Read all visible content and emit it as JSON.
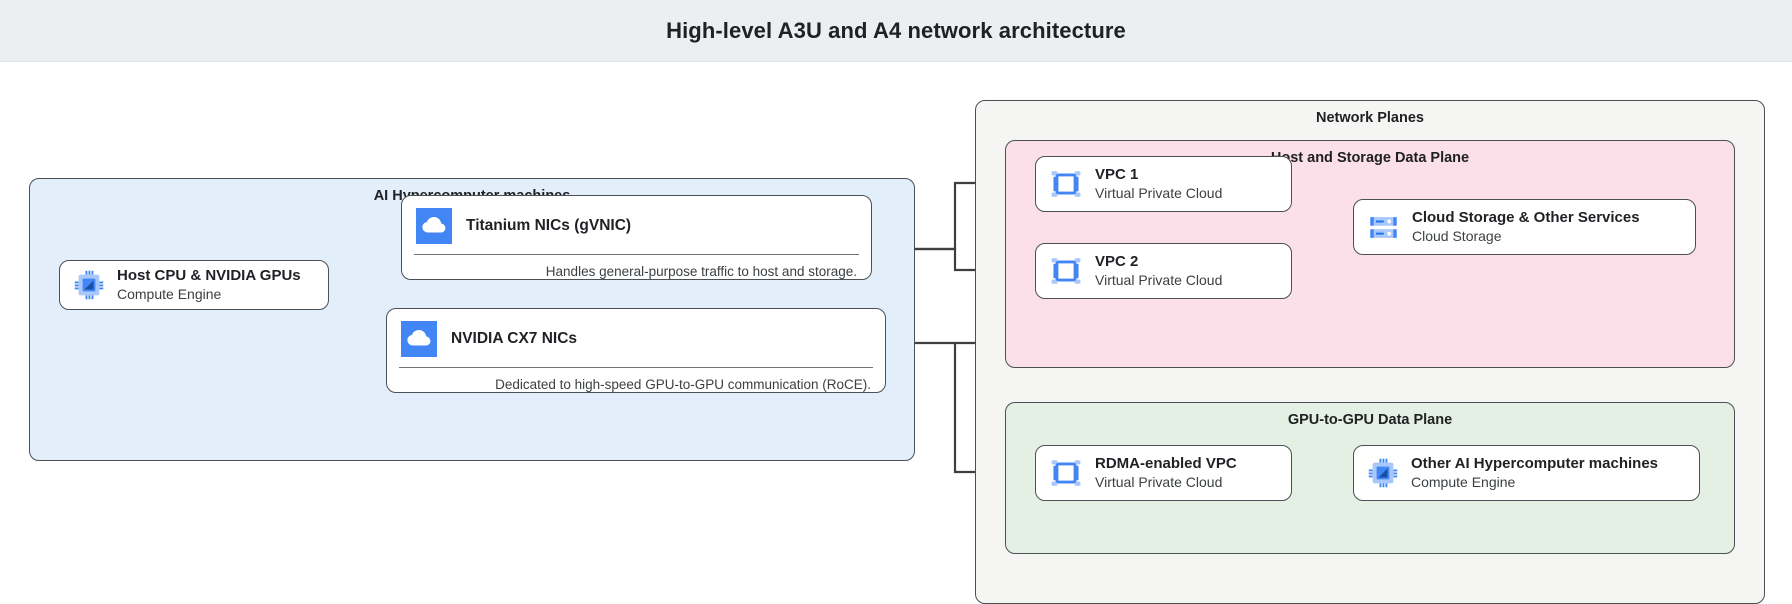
{
  "header": {
    "title": "High-level A3U and A4 network architecture"
  },
  "groups": {
    "machines": {
      "title": "AI Hypercomputer machines",
      "color": "#e2effb"
    },
    "planes": {
      "title": "Network Planes",
      "color": "#f5f5f4"
    },
    "host_plane": {
      "title": "Host and Storage Data Plane",
      "color": "#fbdfe9"
    },
    "gpu_plane": {
      "title": "GPU-to-GPU Data Plane",
      "color": "#e4f0e4"
    }
  },
  "nodes": {
    "host_cpu": {
      "title": "Host CPU & NVIDIA GPUs",
      "subtitle": "Compute Engine",
      "icon": "cpu-chip-icon"
    },
    "titanium": {
      "title": "Titanium NICs (gVNIC)",
      "note": "Handles general-purpose traffic to host and storage.",
      "icon": "cloud-icon"
    },
    "cx7": {
      "title": "NVIDIA CX7 NICs",
      "note": "Dedicated to high-speed GPU-to-GPU communication (RoCE).",
      "icon": "cloud-icon"
    },
    "vpc1": {
      "title": "VPC 1",
      "subtitle": "Virtual Private Cloud",
      "icon": "vpc-icon"
    },
    "vpc2": {
      "title": "VPC 2",
      "subtitle": "Virtual Private Cloud",
      "icon": "vpc-icon"
    },
    "storage": {
      "title": "Cloud Storage & Other Services",
      "subtitle": "Cloud Storage",
      "icon": "cloud-storage-icon"
    },
    "rdma_vpc": {
      "title": "RDMA-enabled VPC",
      "subtitle": "Virtual Private Cloud",
      "icon": "vpc-icon"
    },
    "other_machines": {
      "title": "Other AI Hypercomputer machines",
      "subtitle": "Compute Engine",
      "icon": "cpu-chip-icon"
    }
  },
  "colors": {
    "header_bg": "#eceff1",
    "stroke": "#4b5055",
    "icon_blue": "#4285f4",
    "icon_blue_light": "#a8c7fa"
  }
}
